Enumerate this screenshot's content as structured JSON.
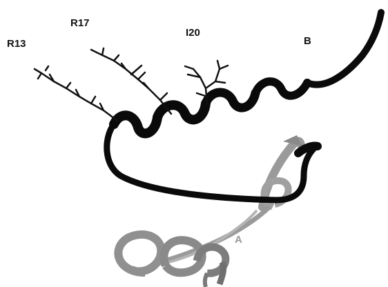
{
  "labels": {
    "r13": "R13",
    "r17": "R17",
    "i20": "I20",
    "chain_b": "B",
    "chain_a": "A"
  },
  "colors": {
    "chain_b": "#0a0a0a",
    "chain_a": "#9a9a9a",
    "chain_a_dark": "#6f6f6f",
    "side_chain": "#111111",
    "background": "#ffffff"
  }
}
